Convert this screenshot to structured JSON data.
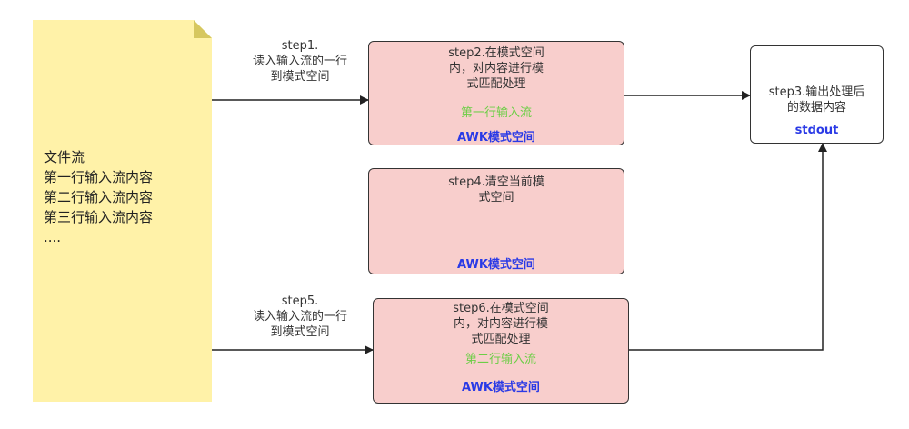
{
  "colors": {
    "file_fill": "#fff2a8",
    "box_fill": "#f8cecc",
    "stroke": "#333333",
    "green_text": "#6cce46",
    "blue_text": "#2a3ae6"
  },
  "file_stream": {
    "title": "文件流",
    "lines": [
      "第一行输入流内容",
      "第二行输入流内容",
      "第三行输入流内容",
      "...."
    ]
  },
  "edges": {
    "step1": "step1.\n读入输入流的一行\n到模式空间",
    "step5": "step5.\n读入输入流的一行\n到模式空间"
  },
  "boxes": {
    "step2": {
      "text": "step2.在模式空间\n内，对内容进行模\n式匹配处理",
      "stream": "第一行输入流",
      "label": "AWK模式空间"
    },
    "step3": {
      "text": "step3.输出处理后\n的数据内容",
      "label": "stdout"
    },
    "step4": {
      "text": "step4.清空当前模\n式空间",
      "label": "AWK模式空间"
    },
    "step6": {
      "text": "step6.在模式空间\n内，对内容进行模\n式匹配处理",
      "stream": "第二行输入流",
      "label": "AWK模式空间"
    }
  }
}
